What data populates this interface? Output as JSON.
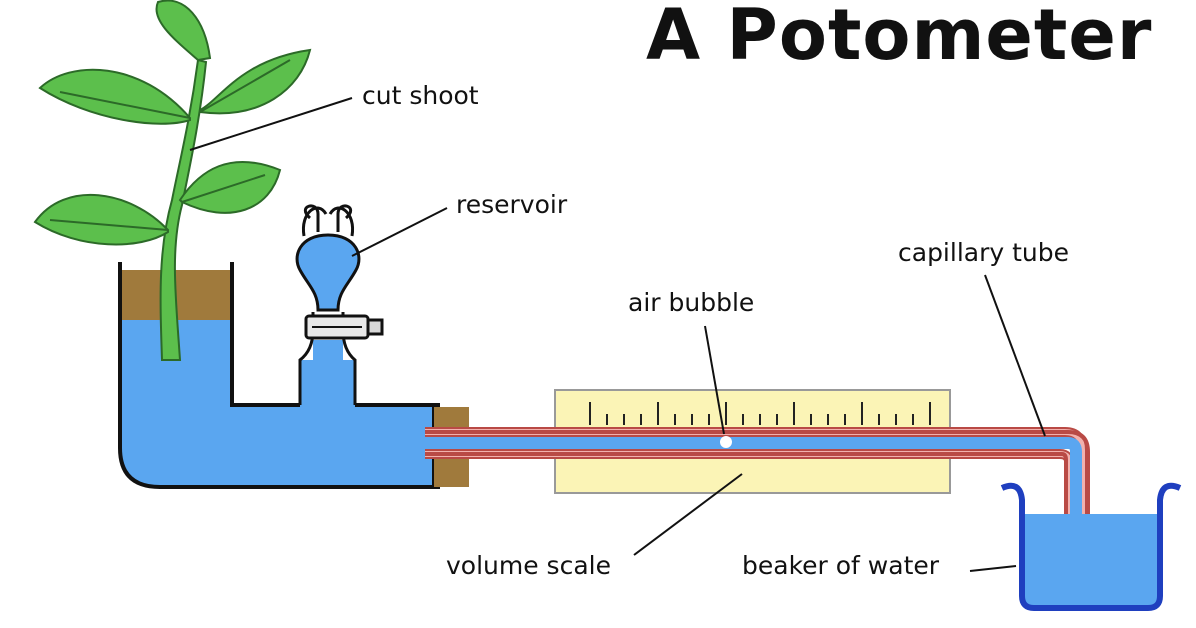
{
  "title": "A Potometer",
  "labels": {
    "cut_shoot": "cut shoot",
    "reservoir": "reservoir",
    "air_bubble": "air bubble",
    "capillary_tube": "capillary tube",
    "volume_scale": "volume scale",
    "beaker_of_water": "beaker of water"
  },
  "colors": {
    "water": "#5aa6f0",
    "soil": "#a07a3c",
    "leaf": "#5cbf4c",
    "stem": "#5cbf4c",
    "scale": "#fbf4b6",
    "tube": "#e07a74",
    "beaker": "#1f3fbf"
  }
}
